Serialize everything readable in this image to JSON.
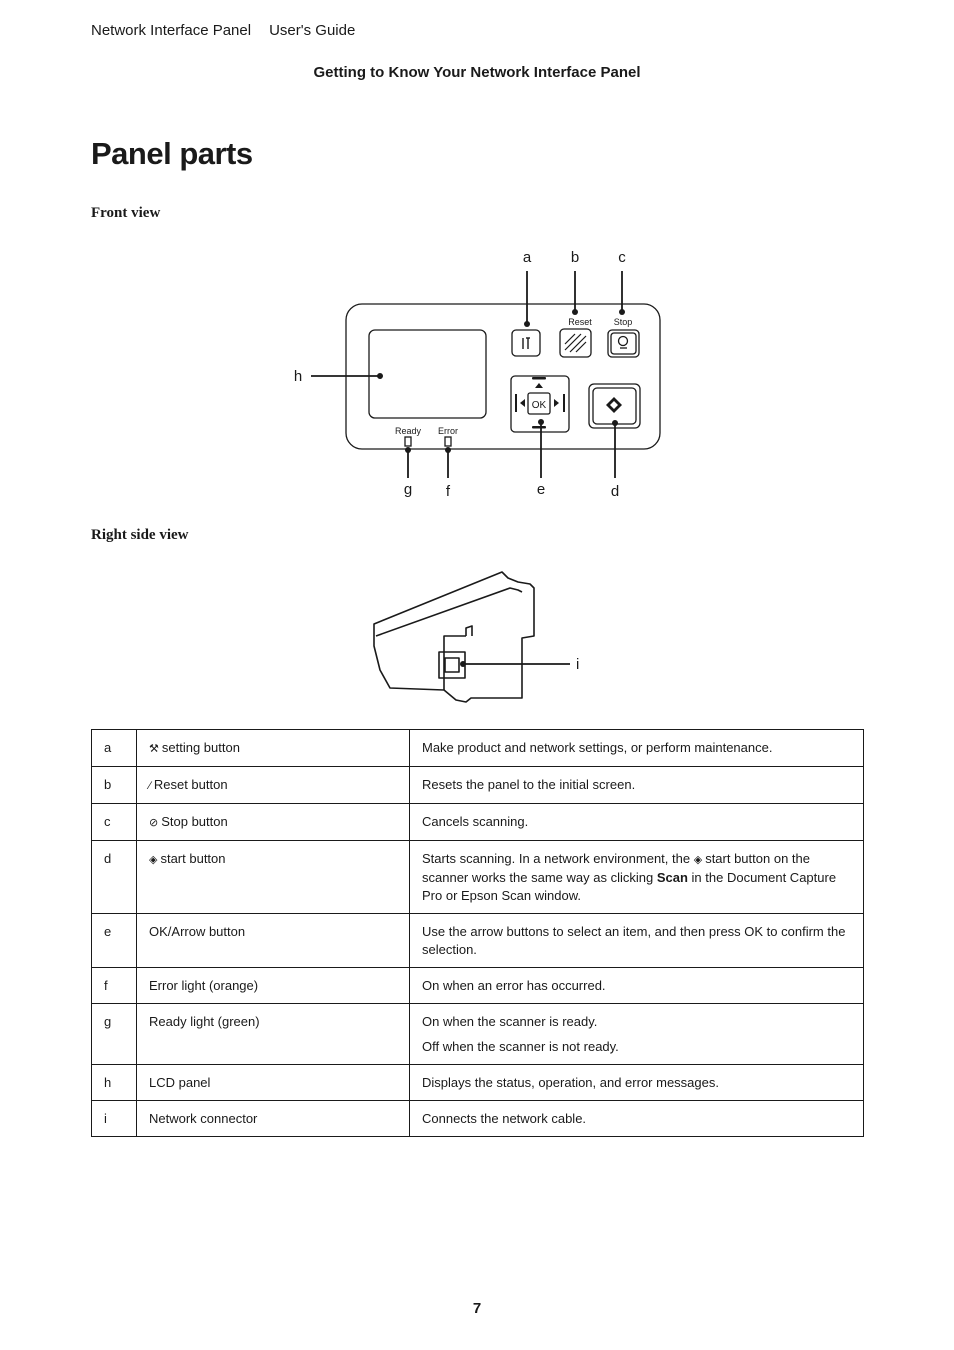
{
  "header": {
    "product": "Network Interface Panel",
    "guide": "User's Guide",
    "chapter": "Getting to Know Your Network Interface Panel"
  },
  "page_title": "Panel parts",
  "front_view": {
    "heading": "Front view",
    "labels": {
      "a": "a",
      "b": "b",
      "c": "c",
      "d": "d",
      "e": "e",
      "f": "f",
      "g": "g",
      "h": "h"
    },
    "button_captions": {
      "reset": "Reset",
      "stop": "Stop",
      "ok": "OK",
      "ready": "Ready",
      "error": "Error"
    }
  },
  "side_view": {
    "heading": "Right side view",
    "labels": {
      "i": "i"
    }
  },
  "icons": {
    "setting": "wrench-screwdriver-icon",
    "reset": "reset-icon",
    "stop": "stop-icon",
    "start": "start-icon"
  },
  "parts_table": {
    "rows": [
      {
        "key": "a",
        "name": "setting button",
        "description": "Make product and network settings, or perform maintenance."
      },
      {
        "key": "b",
        "name": "Reset button",
        "description": "Resets the panel to the initial screen."
      },
      {
        "key": "c",
        "name": "Stop button",
        "description": "Cancels scanning."
      },
      {
        "key": "d",
        "name": "start button",
        "description_pre": "Starts scanning. In a network environment, the",
        "description_mid": "start button on the scanner works the same way as clicking",
        "description_bold": "Scan",
        "description_post": "in the Document Capture Pro or Epson Scan window."
      },
      {
        "key": "e",
        "name": "OK/Arrow button",
        "description": "Use the arrow buttons to select an item, and then press OK to confirm the selection."
      },
      {
        "key": "f",
        "name": "Error light (orange)",
        "description": "On when an error has occurred."
      },
      {
        "key": "g",
        "name": "Ready light (green)",
        "description": "On when the scanner is ready.",
        "description_2": "Off when the scanner is not ready."
      },
      {
        "key": "h",
        "name": "LCD panel",
        "description": "Displays the status, operation, and error messages."
      },
      {
        "key": "i",
        "name": "Network connector",
        "description": "Connects the network cable."
      }
    ]
  },
  "page_number": "7"
}
